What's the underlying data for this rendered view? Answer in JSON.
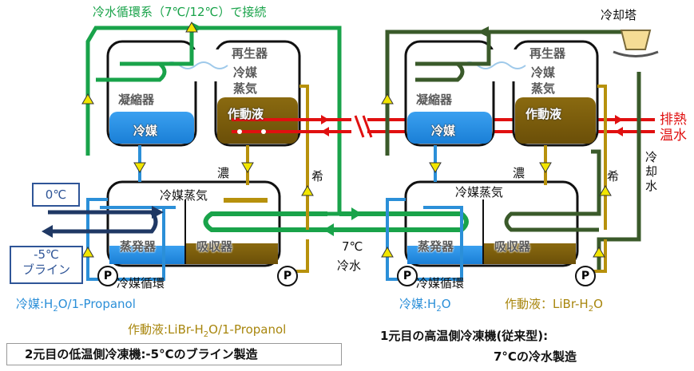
{
  "header": {
    "chilled_water_loop": "冷水循環系（7℃/12℃）で接続"
  },
  "left_machine": {
    "regenerator": "再生器",
    "refrigerant_vapor_regen": "冷媒\n蒸気",
    "working_fluid": "作動液",
    "condenser": "凝縮器",
    "refrigerant": "冷媒",
    "concentrated": "濃",
    "dilute": "希",
    "refrigerant_vapor": "冷媒蒸気",
    "evaporator": "蒸発器",
    "absorber": "吸収器",
    "refrigerant_circulation": "冷媒循環",
    "pump": "P",
    "refrigerant_label_prefix": "冷媒:H",
    "refrigerant_label_sub": "2",
    "refrigerant_label_suffix": "O/1-Propanol",
    "working_fluid_label_prefix": "作動液:LiBr-H",
    "working_fluid_label_sub": "2",
    "working_fluid_label_suffix": "O/1-Propanol",
    "caption": "2元目の低温側冷凍機:-5°Cのブライン製造"
  },
  "brine": {
    "in_temp": "0℃",
    "out_temp": "-5℃",
    "out_name": "ブライン"
  },
  "chilled_water": {
    "temp": "7℃",
    "name": "冷水"
  },
  "right_machine": {
    "cooling_tower": "冷却塔",
    "regenerator": "再生器",
    "refrigerant_vapor_regen": "冷媒\n蒸気",
    "working_fluid": "作動液",
    "condenser": "凝縮器",
    "refrigerant": "冷媒",
    "concentrated": "濃",
    "dilute": "希",
    "cooling_water": "冷\n却\n水",
    "exhaust_heat": "排熱\n温水",
    "refrigerant_vapor": "冷媒蒸気",
    "evaporator": "蒸発器",
    "absorber": "吸収器",
    "refrigerant_circulation": "冷媒循環",
    "pump": "P",
    "refrigerant_label_prefix": "冷媒:H",
    "refrigerant_label_sub": "2",
    "refrigerant_label_suffix": "O",
    "working_fluid_label_prefix": "作動液：LiBr-H",
    "working_fluid_label_sub": "2",
    "working_fluid_label_suffix": "O",
    "caption_line1": "1元目の高温側冷凍機(従来型):",
    "caption_line2": "7°Cの冷水製造"
  },
  "colors": {
    "green": "#19a34a",
    "dark_green": "#3a5a2a",
    "blue": "#2b8fd8",
    "olive": "#a8860d",
    "brown": "#8a6a10",
    "red": "#e01010",
    "navy": "#1f3864",
    "yellow_arrow": "#f2e600"
  }
}
